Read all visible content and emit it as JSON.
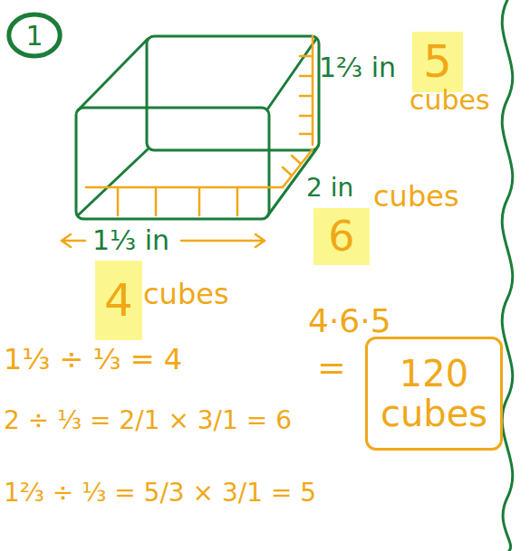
{
  "diagram": {
    "nodes": [
      {
        "text": [
          "1"
        ]
      },
      {
        "text": [
          "5"
        ]
      },
      {
        "text": [
          "6"
        ]
      },
      {
        "text": [
          "4"
        ]
      },
      {
        "text": [
          "120 cubes"
        ]
      }
    ],
    "labels": [
      "1⅔ in",
      "cubes",
      "2 in",
      "cubes",
      "1⅓ in",
      "cubes",
      "1⅓ ÷ ⅓ = 4",
      "2 ÷ ⅓ = 2/1 × 3/1 = 6",
      "1⅔ ÷ ⅓ = 5/3 × 3/1 = 5",
      "4·6·5",
      "="
    ]
  }
}
